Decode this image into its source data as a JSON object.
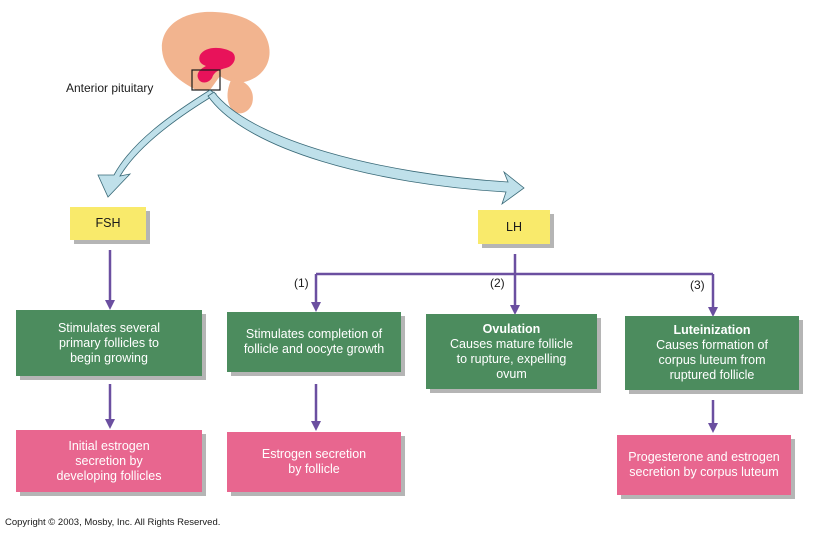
{
  "brain": {
    "label": "Anterior pituitary"
  },
  "hormones": {
    "fsh": "FSH",
    "lh": "LH"
  },
  "branch_labels": [
    "(1)",
    "(2)",
    "(3)"
  ],
  "fsh_effect": {
    "text": "Stimulates several primary follicles to begin growing"
  },
  "fsh_result": {
    "text": "Initial estrogen secretion by developing follicles"
  },
  "lh_effects": [
    {
      "title": "",
      "text": "Stimulates completion of follicle and oocyte growth"
    },
    {
      "title": "Ovulation",
      "text": "Causes mature follicle to rupture, expelling ovum"
    },
    {
      "title": "Luteinization",
      "text": "Causes formation of corpus luteum from ruptured follicle"
    }
  ],
  "lh_results": [
    {
      "text": "Estrogen secretion by follicle"
    },
    {
      "text": "Progesterone and estrogen secretion by corpus luteum"
    }
  ],
  "copyright": "Copyright © 2003, Mosby, Inc. All Rights Reserved.",
  "colors": {
    "hormone_box": "#f9ea6b",
    "effect_box": "#4c8c5e",
    "result_box": "#e8668f",
    "connector": "#6b4fa0",
    "brain": "#f2b48f",
    "pituitary": "#e8125a",
    "flow_arrow": "#bfe0ea"
  }
}
